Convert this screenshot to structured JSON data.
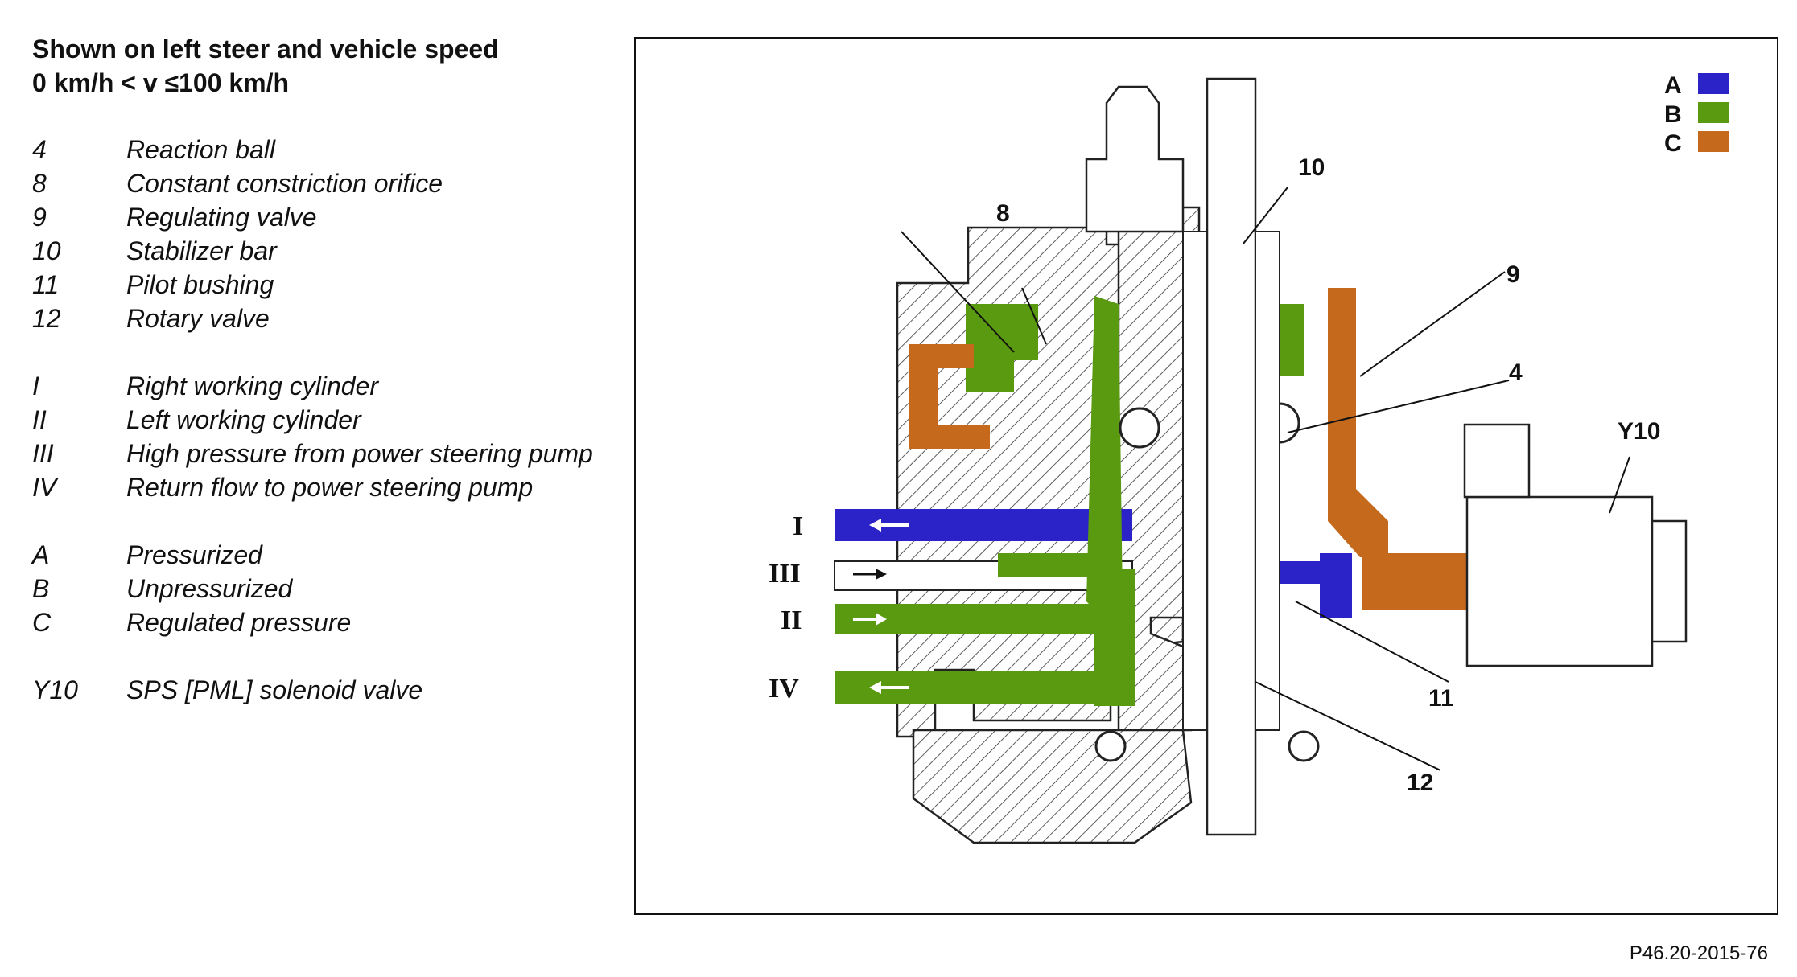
{
  "heading": {
    "line1": "Shown on left steer and vehicle speed",
    "line2": "0 km/h < v  ≤100 km/h"
  },
  "legend": [
    {
      "code": "4",
      "desc": "Reaction ball"
    },
    {
      "code": "8",
      "desc": "Constant constriction orifice"
    },
    {
      "code": "9",
      "desc": "Regulating valve"
    },
    {
      "code": "10",
      "desc": "Stabilizer bar"
    },
    {
      "code": "11",
      "desc": "Pilot bushing"
    },
    {
      "code": "12",
      "desc": "Rotary valve"
    },
    {
      "code": "I",
      "desc": "Right working cylinder"
    },
    {
      "code": "II",
      "desc": "Left working cylinder"
    },
    {
      "code": "III",
      "desc": "High pressure from power steering pump"
    },
    {
      "code": "IV",
      "desc": "Return flow to power steering pump"
    },
    {
      "code": "A",
      "desc": "Pressurized"
    },
    {
      "code": "B",
      "desc": "Unpressurized"
    },
    {
      "code": "C",
      "desc": "Regulated pressure"
    },
    {
      "code": "Y10",
      "desc": "SPS [PML] solenoid valve"
    }
  ],
  "diagram": {
    "color_key": [
      {
        "letter": "A",
        "color": "#2b22c8"
      },
      {
        "letter": "B",
        "color": "#5a9a10"
      },
      {
        "letter": "C",
        "color": "#c56a1c"
      }
    ],
    "callouts": {
      "c10": "10",
      "c8": "8",
      "c9": "9",
      "c4": "4",
      "cY10": "Y10",
      "c11": "11",
      "c12": "12"
    },
    "ports": {
      "p1": "I",
      "p3": "III",
      "p2": "II",
      "p4": "IV"
    }
  },
  "reference": "P46.20-2015-76"
}
